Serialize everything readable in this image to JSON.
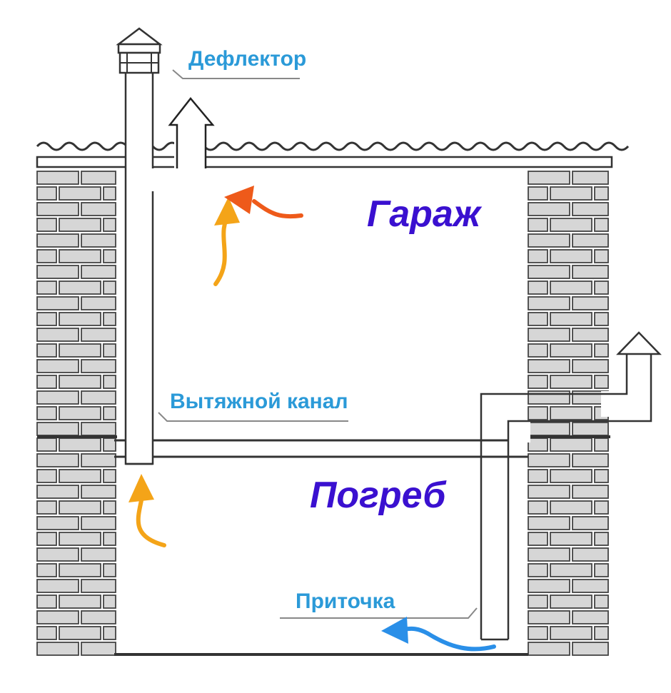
{
  "labels": {
    "deflector": "Дефлектор",
    "garage": "Гараж",
    "exhaust_channel": "Вытяжной канал",
    "cellar": "Погреб",
    "supply": "Приточка"
  },
  "colors": {
    "label_blue": "#2b9ad8",
    "room_label": "#3a10d0",
    "warm_arrow": "#f4a418",
    "hot_arrow": "#ee5a1a",
    "cold_arrow": "#2a8fe8",
    "brick_fill": "#d6d6d6",
    "outline": "#333333"
  }
}
